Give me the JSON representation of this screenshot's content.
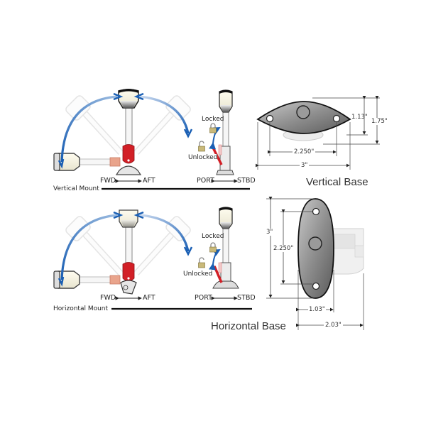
{
  "colors": {
    "arrow_blue": "#1a5fb4",
    "lever_red": "#d21f26",
    "plate_gray": "#8a8a8a",
    "ghost_gray": "#d9d9d9",
    "line_black": "#111111",
    "lens_cream": "#f3efd8"
  },
  "vertical_mount": {
    "caption": "Vertical Mount",
    "fwd": "FWD",
    "aft": "AFT",
    "port": "PORT",
    "stbd": "STBD",
    "locked": "Locked",
    "unlocked": "Unlocked"
  },
  "horizontal_mount": {
    "caption": "Horizontal Mount",
    "fwd": "FWD",
    "aft": "AFT",
    "port": "PORT",
    "stbd": "STBD",
    "locked": "Locked",
    "unlocked": "Unlocked"
  },
  "vertical_base": {
    "title": "Vertical Base",
    "dim_hole_spacing": "2.250\"",
    "dim_width": "3\"",
    "dim_height_plate": "1.13\"",
    "dim_height_total": "1.75\""
  },
  "horizontal_base": {
    "title": "Horizontal Base",
    "dim_height": "3\"",
    "dim_hole_spacing": "2.250\"",
    "dim_plate_depth": "1.03\"",
    "dim_total_depth": "2.03\""
  }
}
